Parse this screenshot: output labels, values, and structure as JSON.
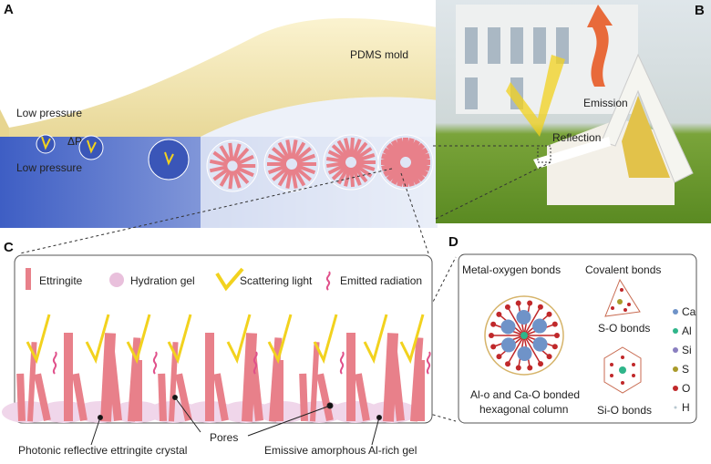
{
  "panels": {
    "a": "A",
    "b": "B",
    "c": "C",
    "d": "D"
  },
  "panel_a": {
    "mold": "PDMS mold",
    "low_pressure_top": "Low pressure",
    "delta_p": "ΔP",
    "low_pressure_bottom": "Low pressure"
  },
  "panel_b": {
    "emission": "Emission",
    "reflection": "Reflection"
  },
  "panel_c": {
    "legend": [
      "Ettringite",
      "Hydration gel",
      "Scattering light",
      "Emitted radiation"
    ],
    "callouts": {
      "crystal": "Photonic reflective ettringite crystal",
      "pores": "Pores",
      "gel": "Emissive amorphous Al-rich gel"
    }
  },
  "panel_d": {
    "metal_oxygen": "Metal-oxygen bonds",
    "covalent": "Covalent bonds",
    "so": "S-O bonds",
    "sio": "Si-O bonds",
    "column_line1": "Al-o and Ca-O bonded",
    "column_line2": "hexagonal column",
    "elements": [
      {
        "label": "Ca",
        "color": "#6f93c8"
      },
      {
        "label": "Al",
        "color": "#2fb58a"
      },
      {
        "label": "Si",
        "color": "#8a7fc0"
      },
      {
        "label": "S",
        "color": "#a99a2a"
      },
      {
        "label": "O",
        "color": "#c0282a"
      },
      {
        "label": "H",
        "color": "#b8c8d0"
      }
    ]
  },
  "colors": {
    "ettringite": "#e8808a",
    "light": "#f2d21e",
    "emission": "#e0508a",
    "water": "#4a66c8"
  }
}
